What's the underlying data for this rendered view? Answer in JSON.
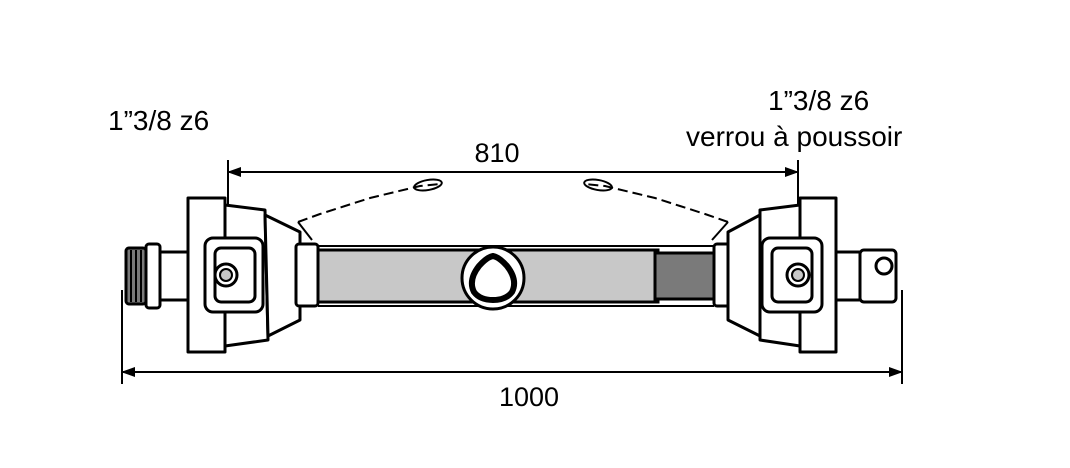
{
  "labels": {
    "left_spec": "1”3/8 z6",
    "right_spec_line1": "1”3/8 z6",
    "right_spec_line2": "verrou à poussoir"
  },
  "dimensions": {
    "inner": "810",
    "overall": "1000"
  }
}
